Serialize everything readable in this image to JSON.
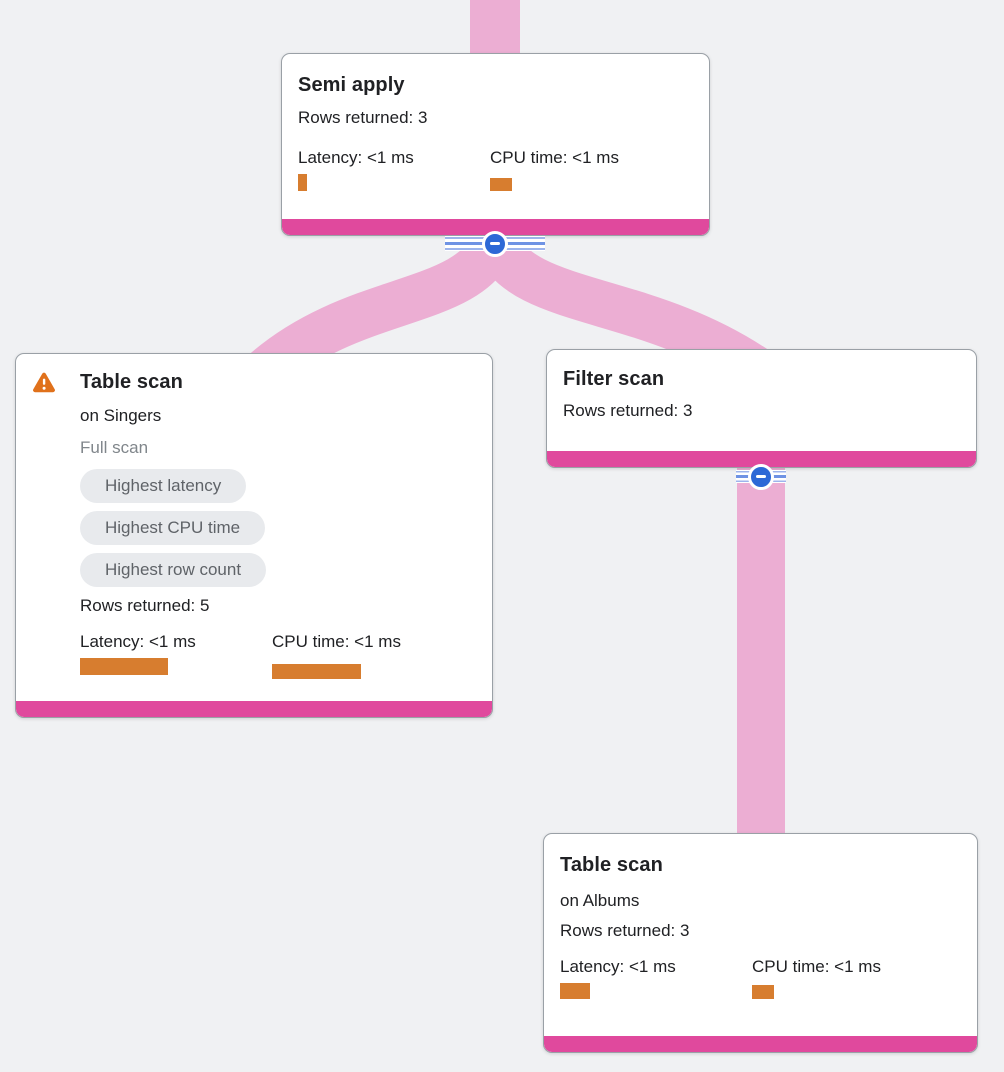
{
  "canvas": {
    "background": "#f0f1f3"
  },
  "colors": {
    "edge_pink": "#ecaed3",
    "node_footer_magenta": "#e0499d",
    "metric_bar_orange": "#d77d2f",
    "warning_orange": "#e0711b",
    "collapse_blue": "#2d68d6",
    "badge_background": "#e8eaed",
    "badge_text": "#5f6368",
    "muted_text": "#80868b",
    "text": "#202124",
    "card_border": "#9aa0a6"
  },
  "icons": {
    "warning": "warning-triangle-icon",
    "collapse": "collapse-minus-icon"
  },
  "nodes": [
    {
      "id": "semi-apply",
      "title": "Semi apply",
      "rows_returned": "Rows returned: 3",
      "metrics": {
        "latency_label": "Latency: <1 ms",
        "cpu_label": "CPU time: <1 ms",
        "latency_bar_style": "width:9px;height:17px",
        "cpu_bar_style": "width:22px;height:13px;margin-top:9px"
      }
    },
    {
      "id": "table-scan-singers",
      "title": "Table scan",
      "subtitle": "on Singers",
      "scan_type": "Full scan",
      "has_warning": true,
      "badges": [
        "Highest latency",
        "Highest CPU time",
        "Highest row count"
      ],
      "rows_returned": "Rows returned: 5",
      "metrics": {
        "latency_label": "Latency: <1 ms",
        "cpu_label": "CPU time: <1 ms",
        "latency_bar_style": "width:88px;height:17px",
        "cpu_bar_style": "width:89px;height:15px;margin-top:11px"
      }
    },
    {
      "id": "filter-scan",
      "title": "Filter scan",
      "rows_returned": "Rows returned: 3"
    },
    {
      "id": "table-scan-albums",
      "title": "Table scan",
      "subtitle": "on Albums",
      "rows_returned": "Rows returned: 3",
      "metrics": {
        "latency_label": "Latency: <1 ms",
        "cpu_label": "CPU time: <1 ms",
        "latency_bar_style": "width:30px;height:16px",
        "cpu_bar_style": "width:22px;height:14px;margin-top:7px"
      }
    }
  ]
}
